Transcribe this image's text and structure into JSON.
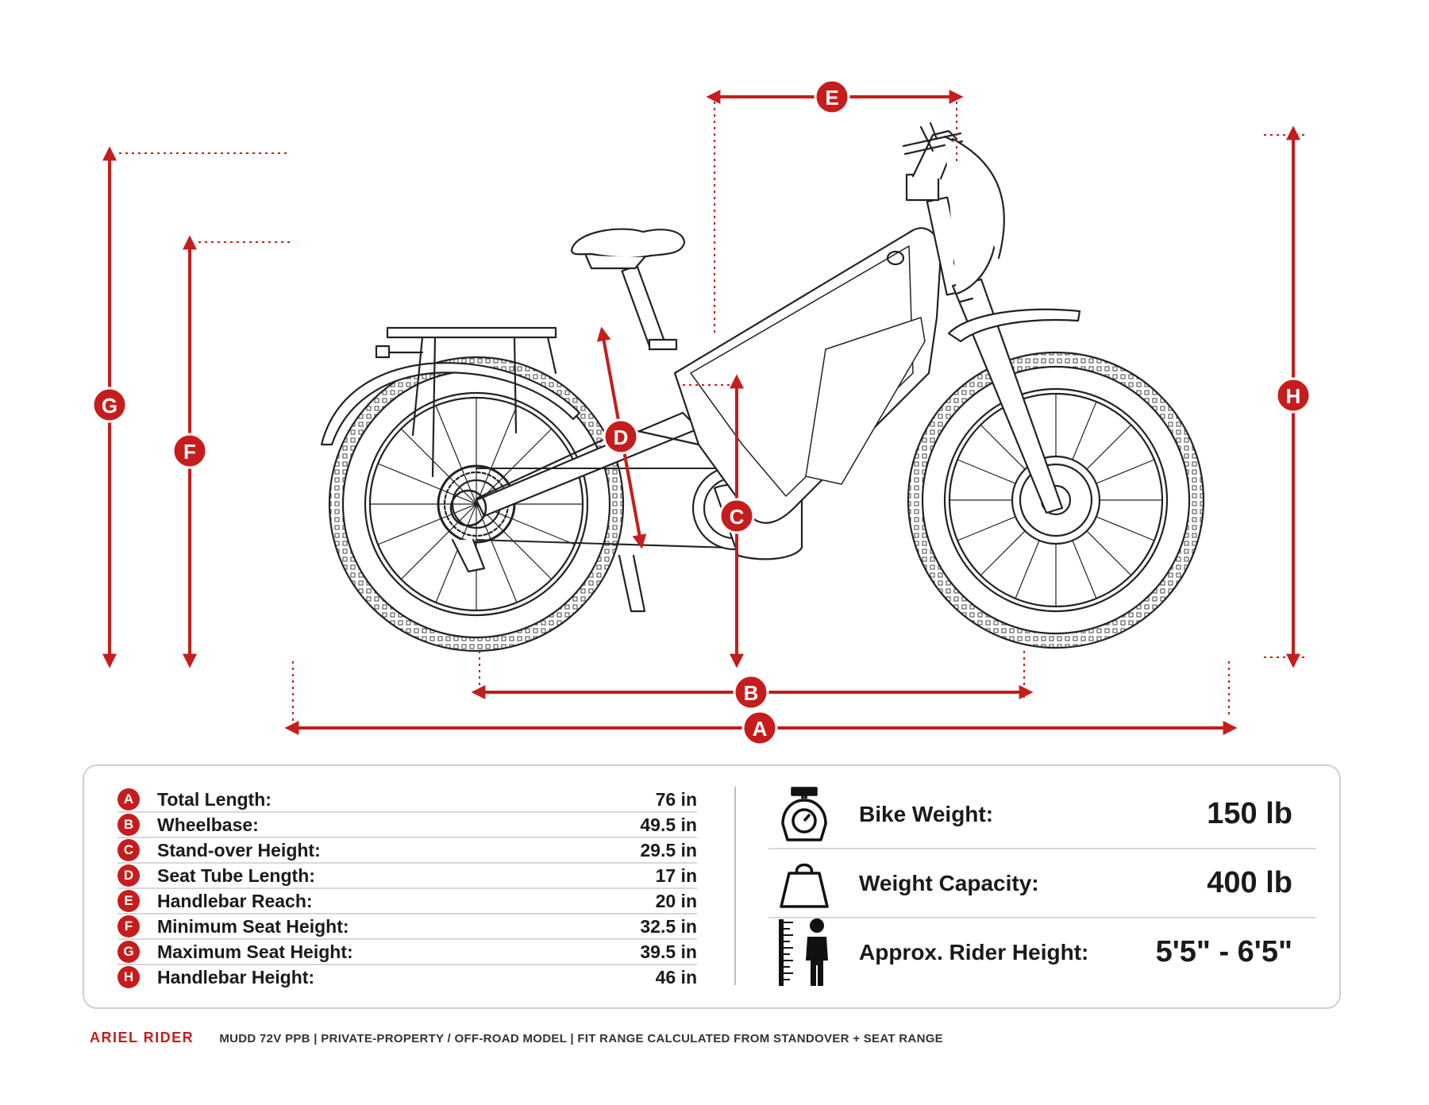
{
  "colors": {
    "accent": "#c51d1d",
    "line": "#222222",
    "rule": "#d8d8d8"
  },
  "dimension_labels": {
    "a": "A",
    "b": "B",
    "c": "C",
    "d": "D",
    "e": "E",
    "f": "F",
    "g": "G",
    "h": "H"
  },
  "specs": [
    {
      "key": "A",
      "name": "Total Length:",
      "value": "76 in"
    },
    {
      "key": "B",
      "name": "Wheelbase:",
      "value": "49.5 in"
    },
    {
      "key": "C",
      "name": "Stand-over Height:",
      "value": "29.5 in"
    },
    {
      "key": "D",
      "name": "Seat Tube Length:",
      "value": "17 in"
    },
    {
      "key": "E",
      "name": "Handlebar Reach:",
      "value": "20 in"
    },
    {
      "key": "F",
      "name": "Minimum Seat Height:",
      "value": "32.5 in"
    },
    {
      "key": "G",
      "name": "Maximum Seat Height:",
      "value": "39.5 in"
    },
    {
      "key": "H",
      "name": "Handlebar Height:",
      "value": "46 in"
    }
  ],
  "stats": [
    {
      "icon": "scale-icon",
      "name": "Bike Weight:",
      "value": "150 lb"
    },
    {
      "icon": "weight-icon",
      "name": "Weight Capacity:",
      "value": "400 lb"
    },
    {
      "icon": "rider-height-icon",
      "name": "Approx. Rider Height:",
      "value": "5'5\" - 6'5\""
    }
  ],
  "footer": {
    "brand": "ARIEL RIDER",
    "text": "MUDD 72V PPB | PRIVATE-PROPERTY / OFF-ROAD MODEL | FIT RANGE CALCULATED FROM STANDOVER + SEAT RANGE"
  }
}
